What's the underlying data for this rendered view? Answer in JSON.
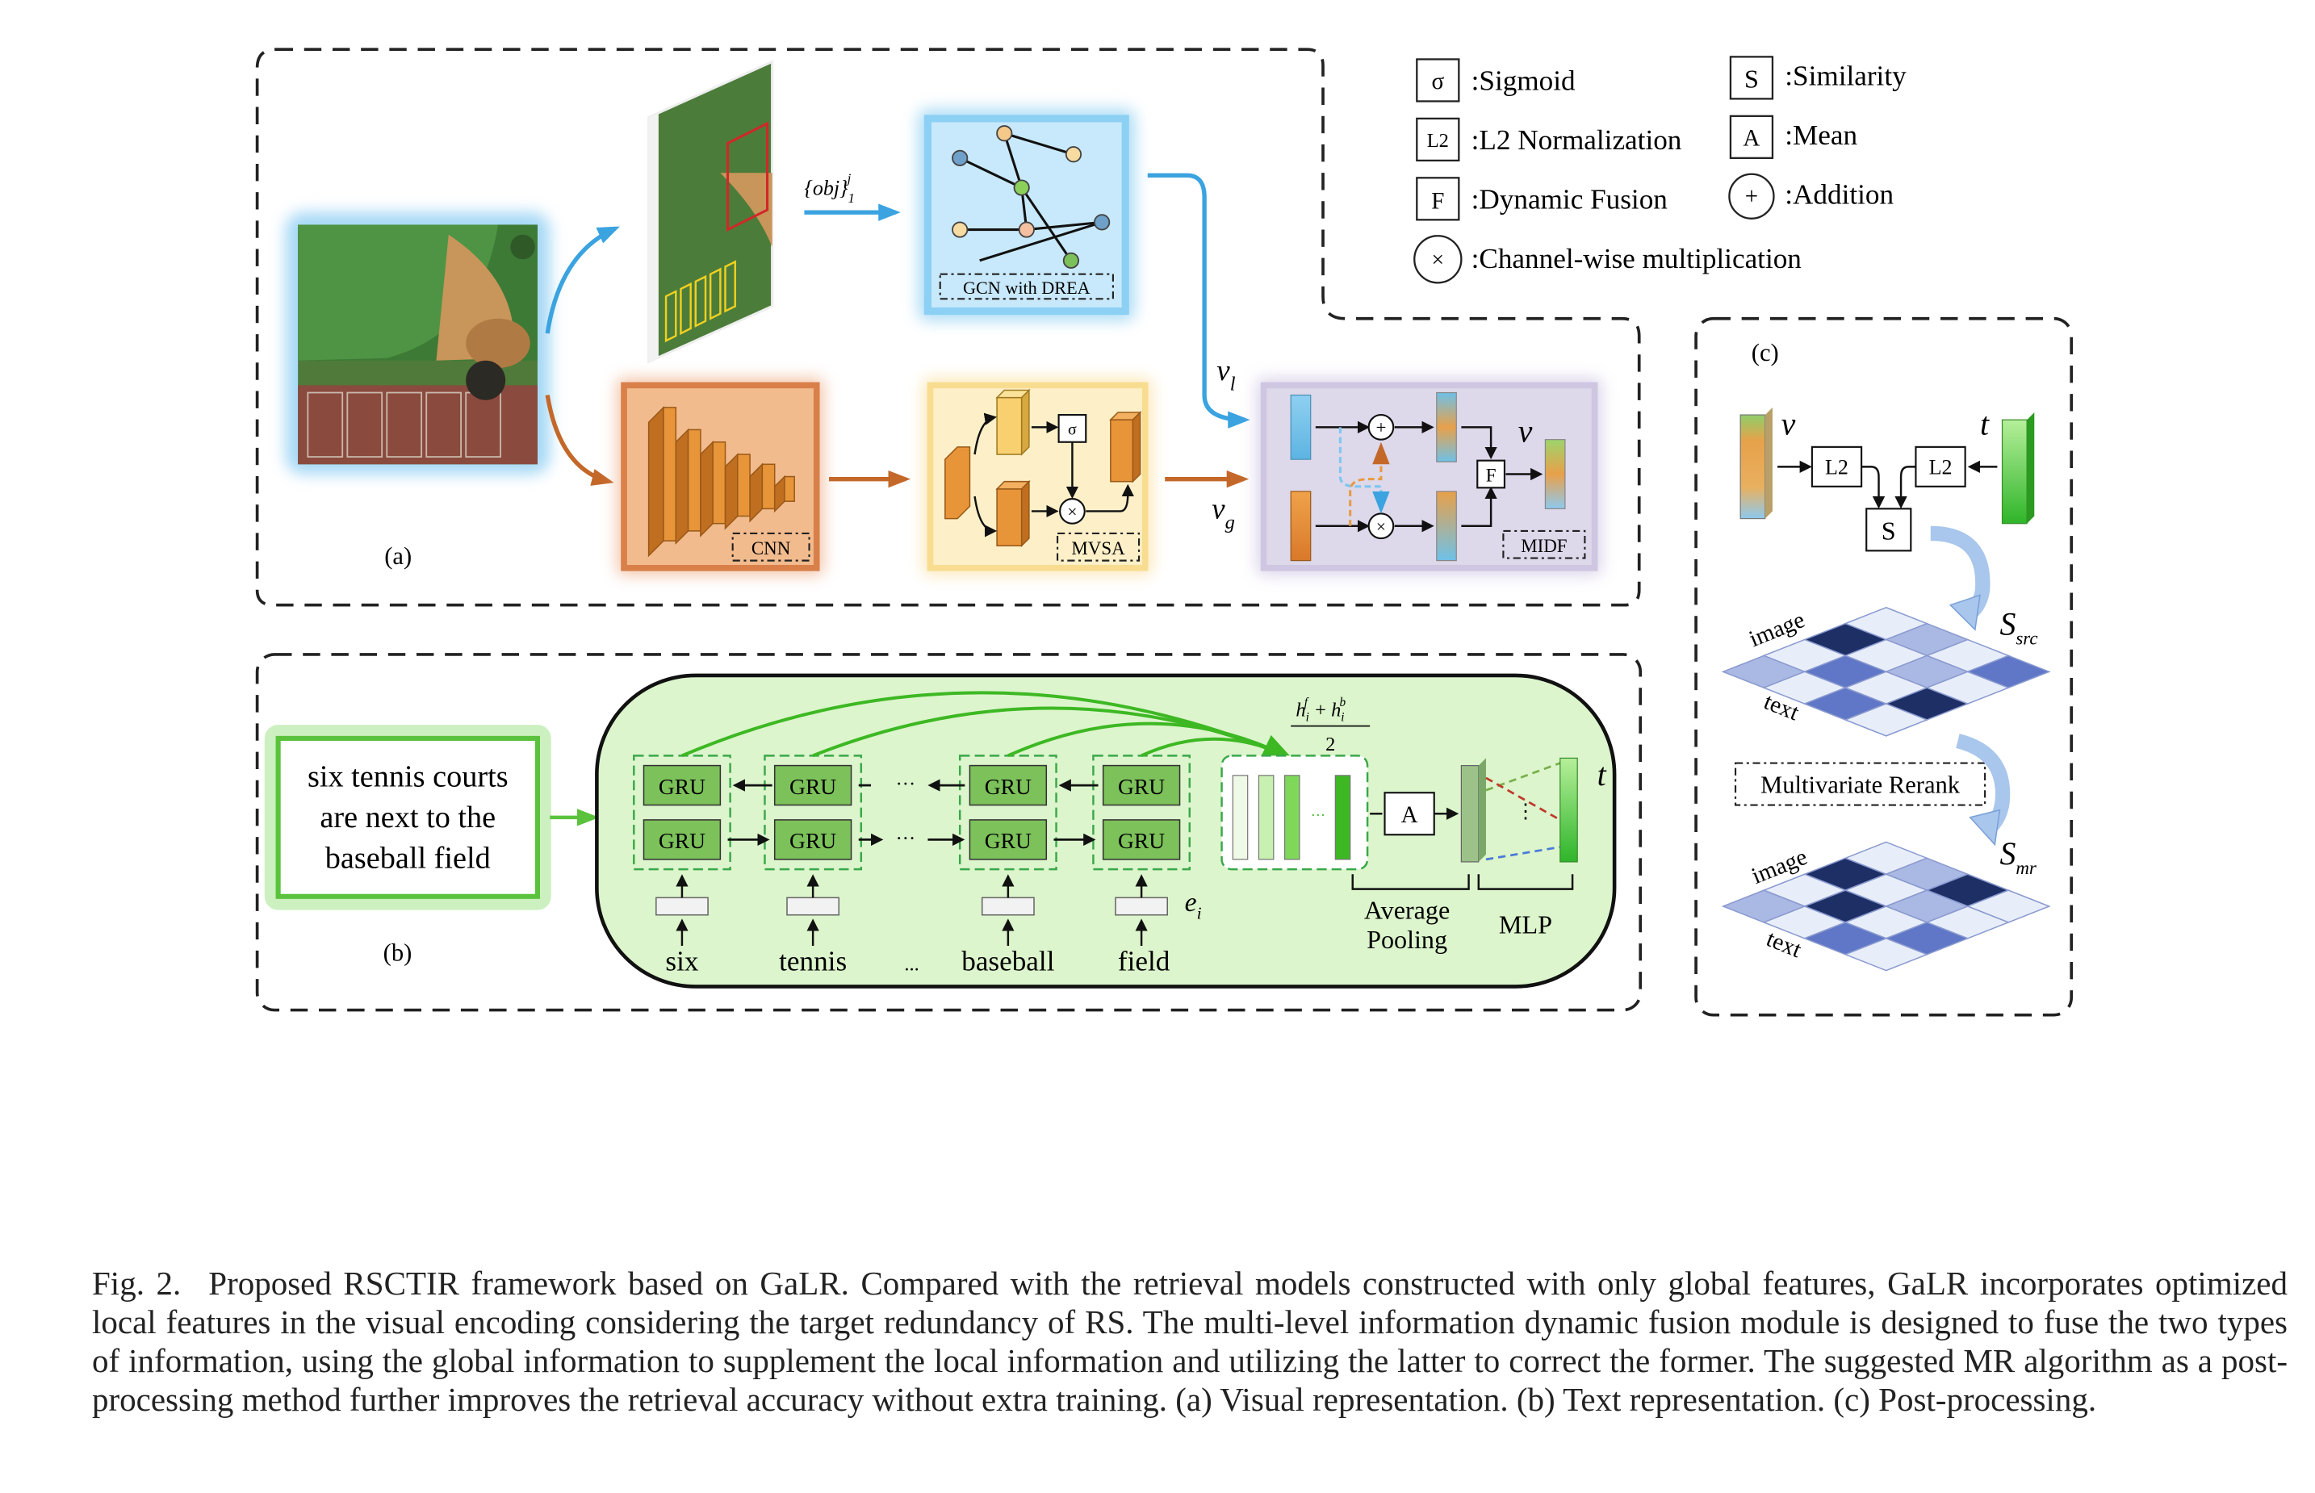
{
  "legend": {
    "sigmoid_symbol": "σ",
    "sigmoid_label": ":Sigmoid",
    "l2_symbol": "L2",
    "l2_label": ":L2 Normalization",
    "fusion_symbol": "F",
    "fusion_label": ":Dynamic Fusion",
    "channel_symbol": "×",
    "channel_label": ":Channel-wise multiplication",
    "similarity_symbol": "S",
    "similarity_label": ":Similarity",
    "mean_symbol": "A",
    "mean_label": ":Mean",
    "addition_symbol": "+",
    "addition_label": ":Addition"
  },
  "panel_a": {
    "label": "(a)",
    "obj_label": "{obj}",
    "obj_sup": "j",
    "obj_sub": "1",
    "gcn_label": "GCN with DREA",
    "cnn_label": "CNN",
    "mvsa_label": "MVSA",
    "midf_label": "MIDF",
    "sigma": "σ",
    "times": "×",
    "plus": "+",
    "fusion": "F",
    "vl": "v",
    "vl_sub": "l",
    "vg": "v",
    "vg_sub": "g",
    "v": "v"
  },
  "panel_b": {
    "label": "(b)",
    "sentence_line1": "six tennis courts",
    "sentence_line2": "are next to the",
    "sentence_line3": "baseball field",
    "gru": "GRU",
    "words": [
      "six",
      "tennis",
      "...",
      "baseball",
      "field"
    ],
    "dots": "···",
    "ei": "e",
    "ei_sub": "i",
    "formula_h": "h",
    "formula_sup_f": "f",
    "formula_sup_b": "b",
    "formula_sub": "i",
    "formula_plus": "+",
    "formula_den": "2",
    "mean_symbol": "A",
    "avg_pool_line1": "Average",
    "avg_pool_line2": "Pooling",
    "mlp": "MLP",
    "t": "t"
  },
  "panel_c": {
    "label": "(c)",
    "v": "v",
    "t": "t",
    "l2": "L2",
    "s": "S",
    "image": "image",
    "text": "text",
    "s_src": "S",
    "s_src_sub": "src",
    "s_mr": "S",
    "s_mr_sub": "mr",
    "rerank": "Multivariate Rerank",
    "grid_src": [
      [
        1,
        2,
        1,
        3
      ],
      [
        4,
        1,
        2,
        1
      ],
      [
        1,
        3,
        1,
        4
      ],
      [
        2,
        1,
        3,
        1
      ]
    ],
    "grid_mr": [
      [
        1,
        2,
        4,
        1
      ],
      [
        4,
        1,
        2,
        1
      ],
      [
        1,
        4,
        1,
        3
      ],
      [
        2,
        1,
        3,
        1
      ]
    ]
  },
  "colors": {
    "grid_levels": [
      "#ffffff",
      "#e8eef9",
      "#aab8e4",
      "#5f77c6",
      "#1e2f66"
    ]
  },
  "caption": {
    "fig": "Fig. 2.",
    "text": "Proposed RSCTIR framework based on GaLR. Compared with the retrieval models constructed with only global features, GaLR incorporates optimized local features in the visual encoding considering the target redundancy of RS. The multi-level information dynamic fusion module is designed to fuse the two types of information, using the global information to supplement the local information and utilizing the latter to correct the former. The suggested MR algorithm as a post-processing method further improves the retrieval accuracy without extra training. (a) Visual representation. (b) Text representation. (c) Post-processing."
  }
}
